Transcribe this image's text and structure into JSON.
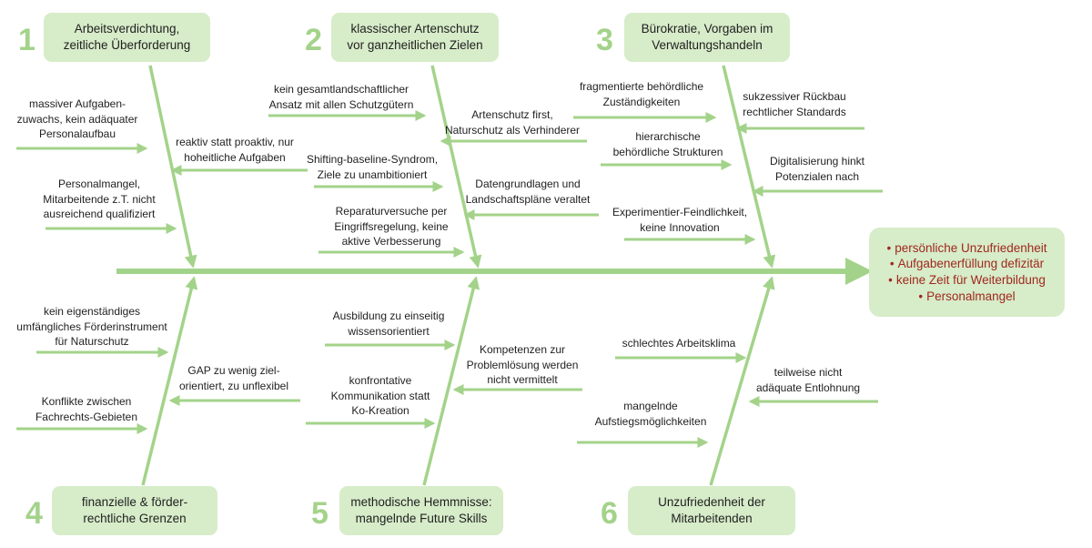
{
  "colors": {
    "arrow": "#a3d38a",
    "box": "#d7ecc9",
    "text": "#1f1f1f",
    "effect_text": "#a0281e"
  },
  "categories": [
    {
      "number": "1",
      "title": "Arbeitsverdichtung,\nzeitliche Überforderung"
    },
    {
      "number": "2",
      "title": "klassischer Artenschutz\nvor ganzheitlichen Zielen"
    },
    {
      "number": "3",
      "title": "Bürokratie, Vorgaben im\nVerwaltungshandeln"
    },
    {
      "number": "4",
      "title": "finanzielle & förder-\nrechtliche Grenzen"
    },
    {
      "number": "5",
      "title": "methodische Hemmnisse:\nmangelnde Future Skills"
    },
    {
      "number": "6",
      "title": "Unzufriedenheit der\nMitarbeitenden"
    }
  ],
  "causes": [
    "massiver Aufgaben-\nzuwachs, kein adäquater\nPersonalaufbau",
    "reaktiv statt proaktiv, nur\nhoheitliche Aufgaben",
    "Personalmangel,\nMitarbeitende z.T. nicht\nausreichend qualifiziert",
    "kein gesamtlandschaftlicher\nAnsatz mit allen Schutzgütern",
    "Artenschutz first,\nNaturschutz als Verhinderer",
    "Shifting-baseline-Syndrom,\nZiele zu unambitioniert",
    "Datengrundlagen und\nLandschaftspläne veraltet",
    "Reparaturversuche per\nEingriffsregelung, keine\naktive Verbesserung",
    "fragmentierte behördliche\nZuständigkeiten",
    "sukzessiver Rückbau\nrechtlicher Standards",
    "hierarchische\nbehördliche Strukturen",
    "Digitalisierung hinkt\nPotenzialen nach",
    "Experimentier-Feindlichkeit,\nkeine Innovation",
    "kein eigenständiges\numfängliches Förderinstrument\nfür Naturschutz",
    "GAP zu wenig ziel-\norientiert, zu unflexibel",
    "Konflikte zwischen\nFachrechts-Gebieten",
    "Ausbildung zu einseitig\nwissensorientiert",
    "Kompetenzen zur\nProblemlösung werden\nnicht vermittelt",
    "konfrontative\nKommunikation statt\nKo-Kreation",
    "schlechtes Arbeitsklima",
    "teilweise nicht\nadäquate Entlohnung",
    "mangelnde\nAufstiegsmöglichkeiten"
  ],
  "effects": [
    "persönliche Unzufriedenheit",
    "Aufgabenerfüllung defizitär",
    "keine Zeit für Weiterbildung",
    "Personalmangel"
  ]
}
